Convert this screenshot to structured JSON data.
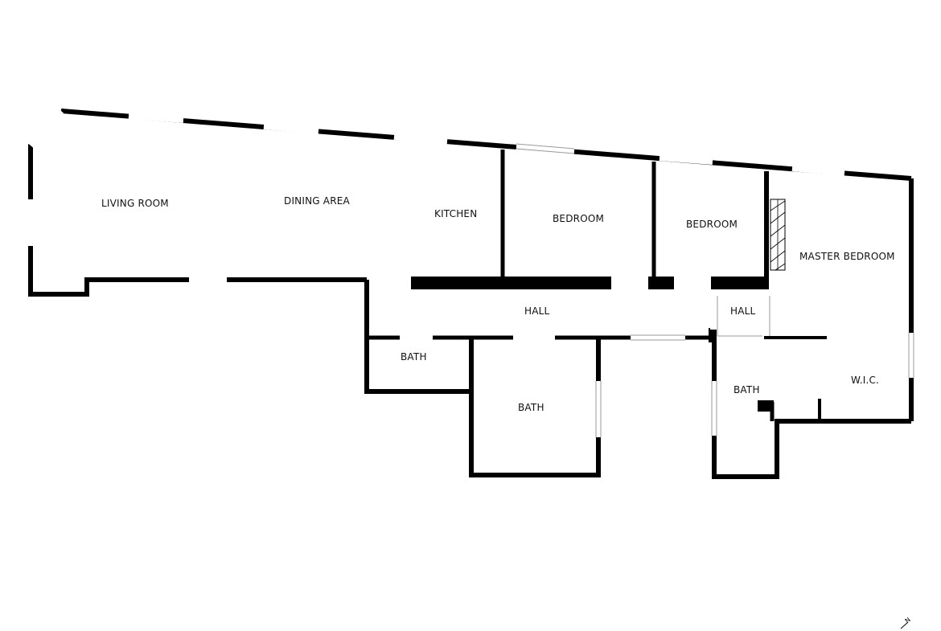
{
  "colors": {
    "wall": "#000000",
    "window": "#ffffff",
    "window_edge": "#9a9a9a",
    "label": "#111111",
    "background": "#ffffff"
  },
  "rooms": [
    {
      "id": "living-room",
      "label": "LIVING ROOM"
    },
    {
      "id": "dining-area",
      "label": "DINING AREA"
    },
    {
      "id": "kitchen",
      "label": "KITCHEN"
    },
    {
      "id": "bedroom-1",
      "label": "BEDROOM"
    },
    {
      "id": "bedroom-2",
      "label": "BEDROOM"
    },
    {
      "id": "master-bedroom",
      "label": "MASTER BEDROOM"
    },
    {
      "id": "hall-main",
      "label": "HALL"
    },
    {
      "id": "hall-small",
      "label": "HALL"
    },
    {
      "id": "bath-1",
      "label": "BATH"
    },
    {
      "id": "bath-2",
      "label": "BATH"
    },
    {
      "id": "bath-3",
      "label": "BATH"
    },
    {
      "id": "wic",
      "label": "W.I.C."
    }
  ],
  "compass": {
    "icon": "north-arrow-icon",
    "letter": "N"
  }
}
